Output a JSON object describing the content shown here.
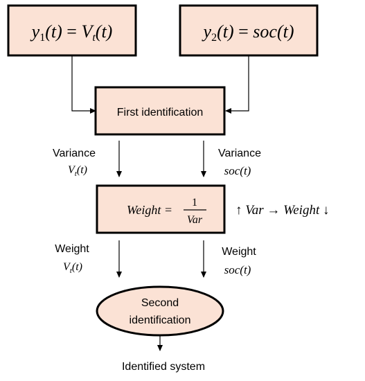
{
  "nodes": {
    "y1": {
      "var": "y",
      "sub": "1",
      "arg": "(t)",
      "eq": " = ",
      "rhs": "V",
      "rhs_sub": "t",
      "rhs_arg": "(t)"
    },
    "y2": {
      "var": "y",
      "sub": "2",
      "arg": "(t)",
      "eq": " = ",
      "rhs": "soc(t)"
    },
    "first_identification": "First identification",
    "weight_formula": {
      "lhs": "Weight = ",
      "num": "1",
      "den": "Var"
    },
    "second_identification": {
      "line1": "Second",
      "line2": "identification"
    },
    "identified_system": "Identified system"
  },
  "labels": {
    "variance_left": {
      "title": "Variance",
      "sym": "V",
      "sym_sub": "t",
      "sym_arg": "(t)"
    },
    "variance_right": {
      "title": "Variance",
      "sym": "soc(t)"
    },
    "weight_left": {
      "title": "Weight",
      "sym": "V",
      "sym_sub": "t",
      "sym_arg": "(t)"
    },
    "weight_right": {
      "title": "Weight",
      "sym": "soc(t)"
    },
    "relation": {
      "up": "↑ ",
      "var": "Var",
      "arrow": " → ",
      "weight": "Weight",
      "down": " ↓"
    }
  }
}
